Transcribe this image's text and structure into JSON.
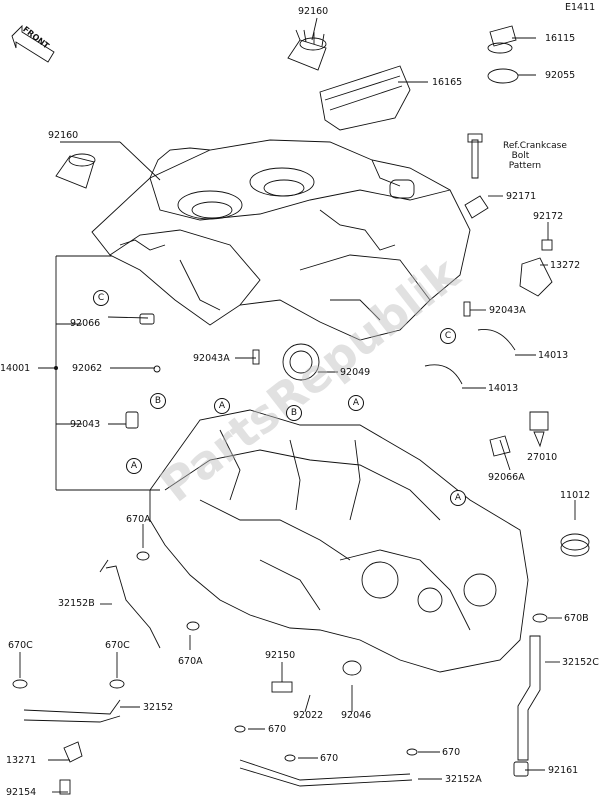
{
  "diagram_code": "E1411",
  "front_label": "FRONT",
  "watermark": "PartsRepublik",
  "ref_note": "Ref.Crankcase\n   Bolt\n  Pattern",
  "parts": {
    "p92160a": "92160",
    "p16115": "16115",
    "p92055": "92055",
    "p16165": "16165",
    "p92160b": "92160",
    "p92171": "92171",
    "p92172": "92172",
    "p13272": "13272",
    "p92066": "92066",
    "p92043A_r": "92043A",
    "p14001": "14001",
    "p92043A_c": "92043A",
    "p92049": "92049",
    "p14013a": "14013",
    "p92062": "92062",
    "p14013b": "14013",
    "p92043": "92043",
    "p27010": "27010",
    "p92066A": "92066A",
    "p11012": "11012",
    "p670A_t": "670A",
    "p32152B": "32152B",
    "p670B": "670B",
    "p670C_l": "670C",
    "p670C_r": "670C",
    "p670A_b": "670A",
    "p92150": "92150",
    "p32152C": "32152C",
    "p32152": "32152",
    "p92022": "92022",
    "p92046": "92046",
    "p670_a": "670",
    "p670_b": "670",
    "p670_c": "670",
    "p13271": "13271",
    "p92161": "92161",
    "p32152A": "32152A",
    "p92154": "92154"
  },
  "markers": {
    "c1": "C",
    "c2": "C",
    "b1": "B",
    "b2": "B",
    "a1": "A",
    "a2": "A",
    "a3": "A",
    "a4": "A"
  }
}
